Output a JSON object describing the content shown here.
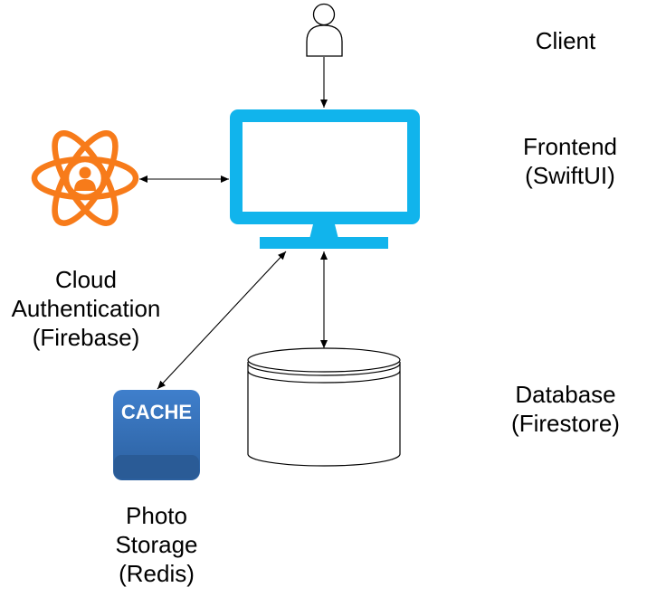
{
  "client": {
    "label": "Client"
  },
  "frontend": {
    "line1": "Frontend",
    "line2": "(SwiftUI)"
  },
  "auth": {
    "line1": "Cloud",
    "line2": "Authentication",
    "line3": "(Firebase)"
  },
  "cache": {
    "badge_text": "CACHE"
  },
  "photo_storage": {
    "line1": "Photo",
    "line2": "Storage",
    "line3": "(Redis)"
  },
  "database": {
    "line1": "Database",
    "line2": "(Firestore)"
  },
  "colors": {
    "monitor": "#11B4EC",
    "atom": "#F77B1A",
    "cache_top": "#3F7FCC",
    "cache_bottom": "#2B5F9E",
    "stroke": "#000000"
  },
  "icons": {
    "client": "user-icon",
    "frontend": "monitor-icon",
    "auth": "atom-user-icon",
    "cache": "cache-icon",
    "database": "database-cylinder-icon"
  }
}
